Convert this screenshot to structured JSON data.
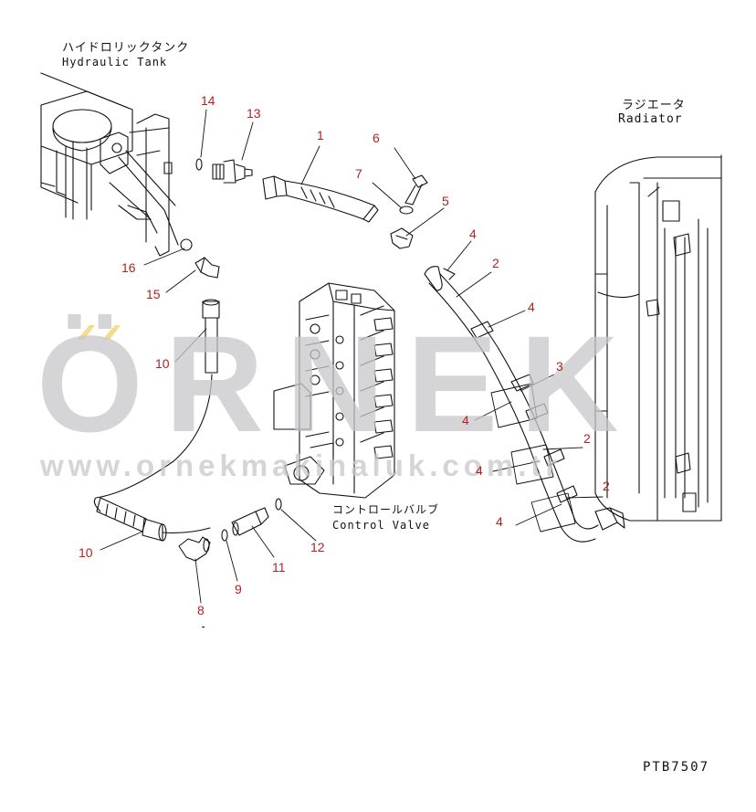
{
  "labels": {
    "hydraulic_tank_jp": "ハイドロリックタンク",
    "hydraulic_tank_en": "Hydraulic Tank",
    "radiator_jp": "ラジエータ",
    "radiator_en": "Radiator",
    "control_valve_jp": "コントロールバルブ",
    "control_valve_en": "Control Valve",
    "drawing_code": "PTB7507",
    "dash": "-"
  },
  "watermark": {
    "brand": "ÖRNEK",
    "url": "www.ornekmakinaluk.com.tr"
  },
  "callouts": [
    "14",
    "13",
    "1",
    "6",
    "7",
    "5",
    "4",
    "2",
    "4",
    "3",
    "4",
    "2",
    "4",
    "2",
    "4",
    "16",
    "15",
    "10",
    "10",
    "8",
    "9",
    "11",
    "12"
  ],
  "colors": {
    "line": "#111111",
    "callout_number": "#b52020",
    "watermark": "#c8c8cc",
    "watermark_accent": "#f3dc8a"
  }
}
